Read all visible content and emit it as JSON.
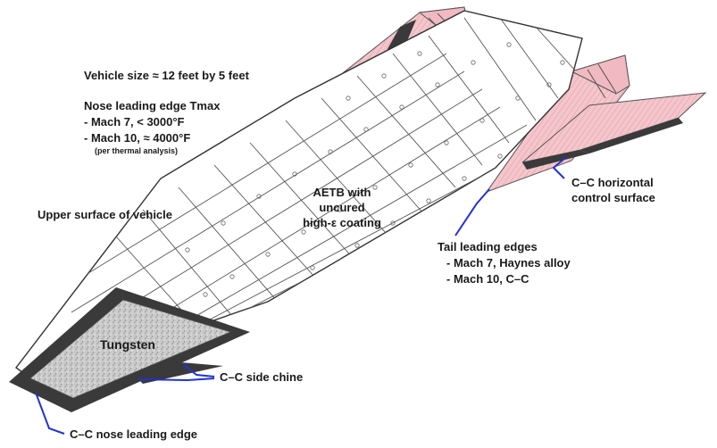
{
  "labels": {
    "vehicle_size": "Vehicle size ≈ 12 feet by 5 feet",
    "nose_title": "Nose leading edge Tmax",
    "nose_mach7": "- Mach 7, < 3000°F",
    "nose_mach10": "- Mach 10, ≈ 4000°F",
    "nose_note": "(per thermal analysis)",
    "upper_surface": "Upper surface of vehicle",
    "aetb_line1": "AETB with",
    "aetb_line2": "uncured",
    "aetb_line3": "high-ε coating",
    "hcs_line1": "C–C horizontal",
    "hcs_line2": "control surface",
    "tail_title": "Tail leading edges",
    "tail_mach7": "- Mach 7, Haynes alloy",
    "tail_mach10": "- Mach 10, C–C",
    "tungsten": "Tungsten",
    "side_chine": "C–C side chine",
    "nose_edge": "C–C nose leading edge"
  },
  "colors": {
    "leader_line": "#2233cc",
    "tail_fill": "#f4c6cc",
    "cc_dark": "#3a3a3a",
    "tungsten": "#bdbdbd",
    "panel_line": "#444444"
  }
}
